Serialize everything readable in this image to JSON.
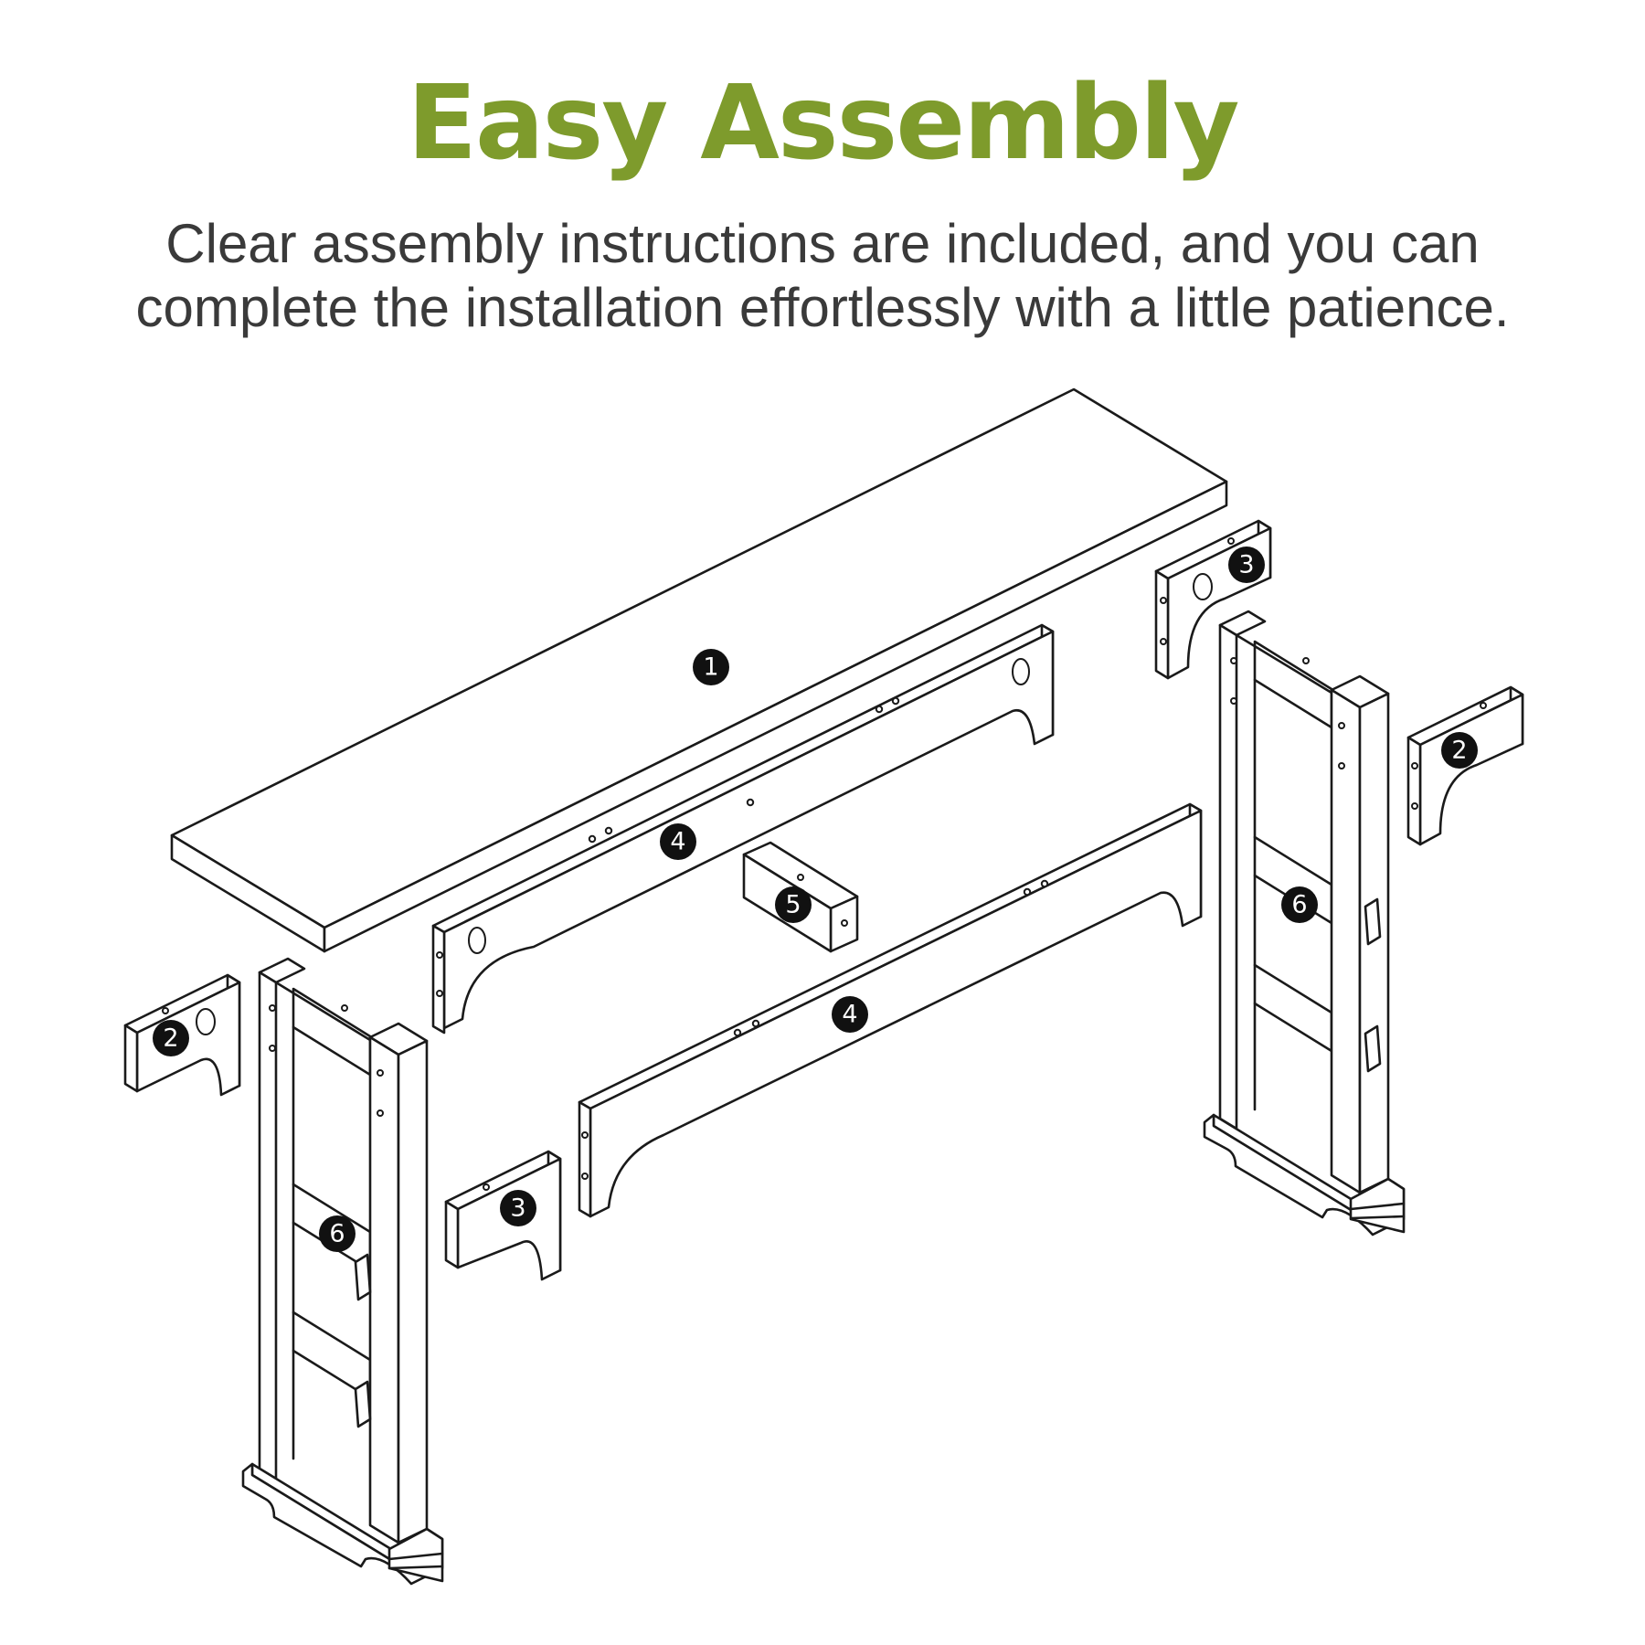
{
  "header": {
    "title": "Easy Assembly",
    "subtitle_lines": [
      "Clear assembly instructions are included, and you can",
      "complete the installation effortlessly with a little patience."
    ]
  },
  "colors": {
    "title": "#7e9b2c",
    "text": "#3a3a3a",
    "line": "#1a1a1a",
    "badge": "#111111"
  },
  "parts": {
    "tabletop": "1",
    "bracket_front_left": "2",
    "bracket_back_right": "2",
    "bracket_front_mid": "3",
    "bracket_back_right_top": "3",
    "apron_back": "4",
    "apron_front": "4",
    "block": "5",
    "leg_frame_left": "6",
    "leg_frame_right": "6"
  }
}
